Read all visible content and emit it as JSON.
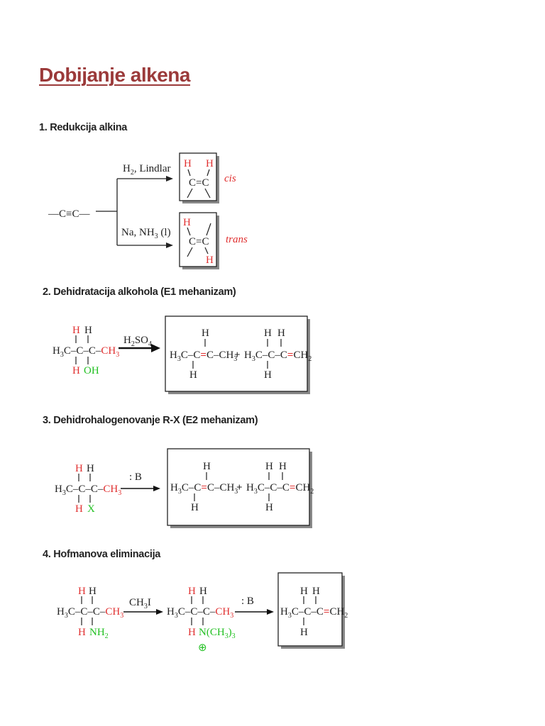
{
  "page": {
    "title": "Dobijanje alkena",
    "sections": [
      "1. Redukcija alkina",
      "2. Dehidratacija alkohola (E1 mehanizam)",
      "3. Dehidrohalogenovanje R-X (E2 mehanizam)",
      "4. Hofmanova eliminacija"
    ]
  },
  "colors": {
    "title": "#9b3a3a",
    "red": "#e03030",
    "green": "#22c022"
  },
  "s1": {
    "alkyne": "—C≡C—",
    "reagent_top_main": "H",
    "reagent_top_sub": "2",
    "reagent_top_rest": ", Lindlar",
    "reagent_bot_main": "Na, NH",
    "reagent_bot_sub": "3",
    "reagent_bot_rest": " (l)",
    "cis_label": "cis",
    "trans_label": "trans",
    "h": "H",
    "cc": "C=C"
  },
  "s2": {
    "h": "H",
    "oh": "OH",
    "reagent_main": "H",
    "reagent_sub1": "2",
    "reagent_mid": "SO",
    "reagent_sub2": "4",
    "plus": "+"
  },
  "s3": {
    "h": "H",
    "x": "X",
    "base": ": B",
    "plus": "+"
  },
  "s4": {
    "h": "H",
    "reagent_main": "CH",
    "reagent_sub": "3",
    "reagent_rest": "I",
    "nh": "NH",
    "nh_sub": "2",
    "n_group": "N(CH",
    "n_group_sub": "3",
    "n_group_end": ")",
    "n_group_sub2": "3",
    "charge": "⊕",
    "base": ": B"
  },
  "formula": {
    "h3c": "H",
    "h3c_sub": "3",
    "c": "C",
    "ch": "CH",
    "sub3": "3",
    "sub2": "2"
  }
}
